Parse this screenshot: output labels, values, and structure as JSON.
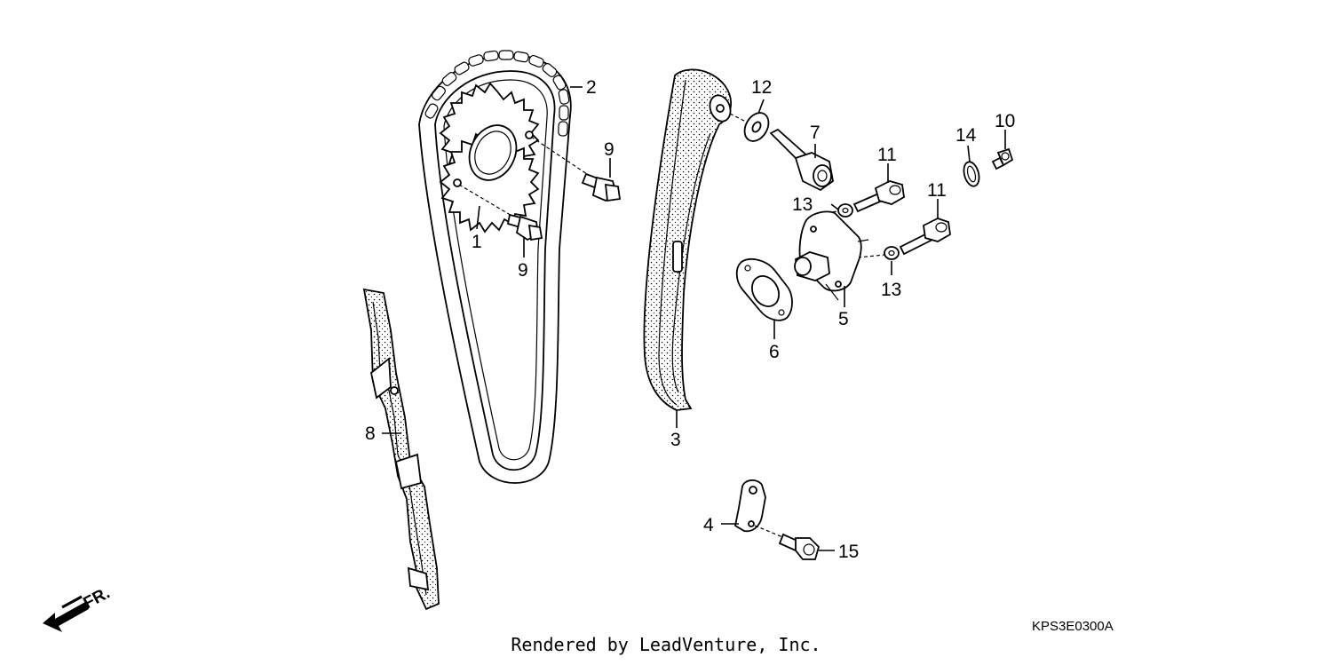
{
  "diagram": {
    "callouts": {
      "c1": "1",
      "c2": "2",
      "c3": "3",
      "c4": "4",
      "c5": "5",
      "c6": "6",
      "c7": "7",
      "c8": "8",
      "c9a": "9",
      "c9b": "9",
      "c10": "10",
      "c11a": "11",
      "c11b": "11",
      "c12": "12",
      "c13a": "13",
      "c13b": "13",
      "c14": "14",
      "c15": "15"
    },
    "front_label": "FR.",
    "diagram_code": "KPS3E0300A",
    "footer": "Rendered by LeadVenture, Inc."
  }
}
